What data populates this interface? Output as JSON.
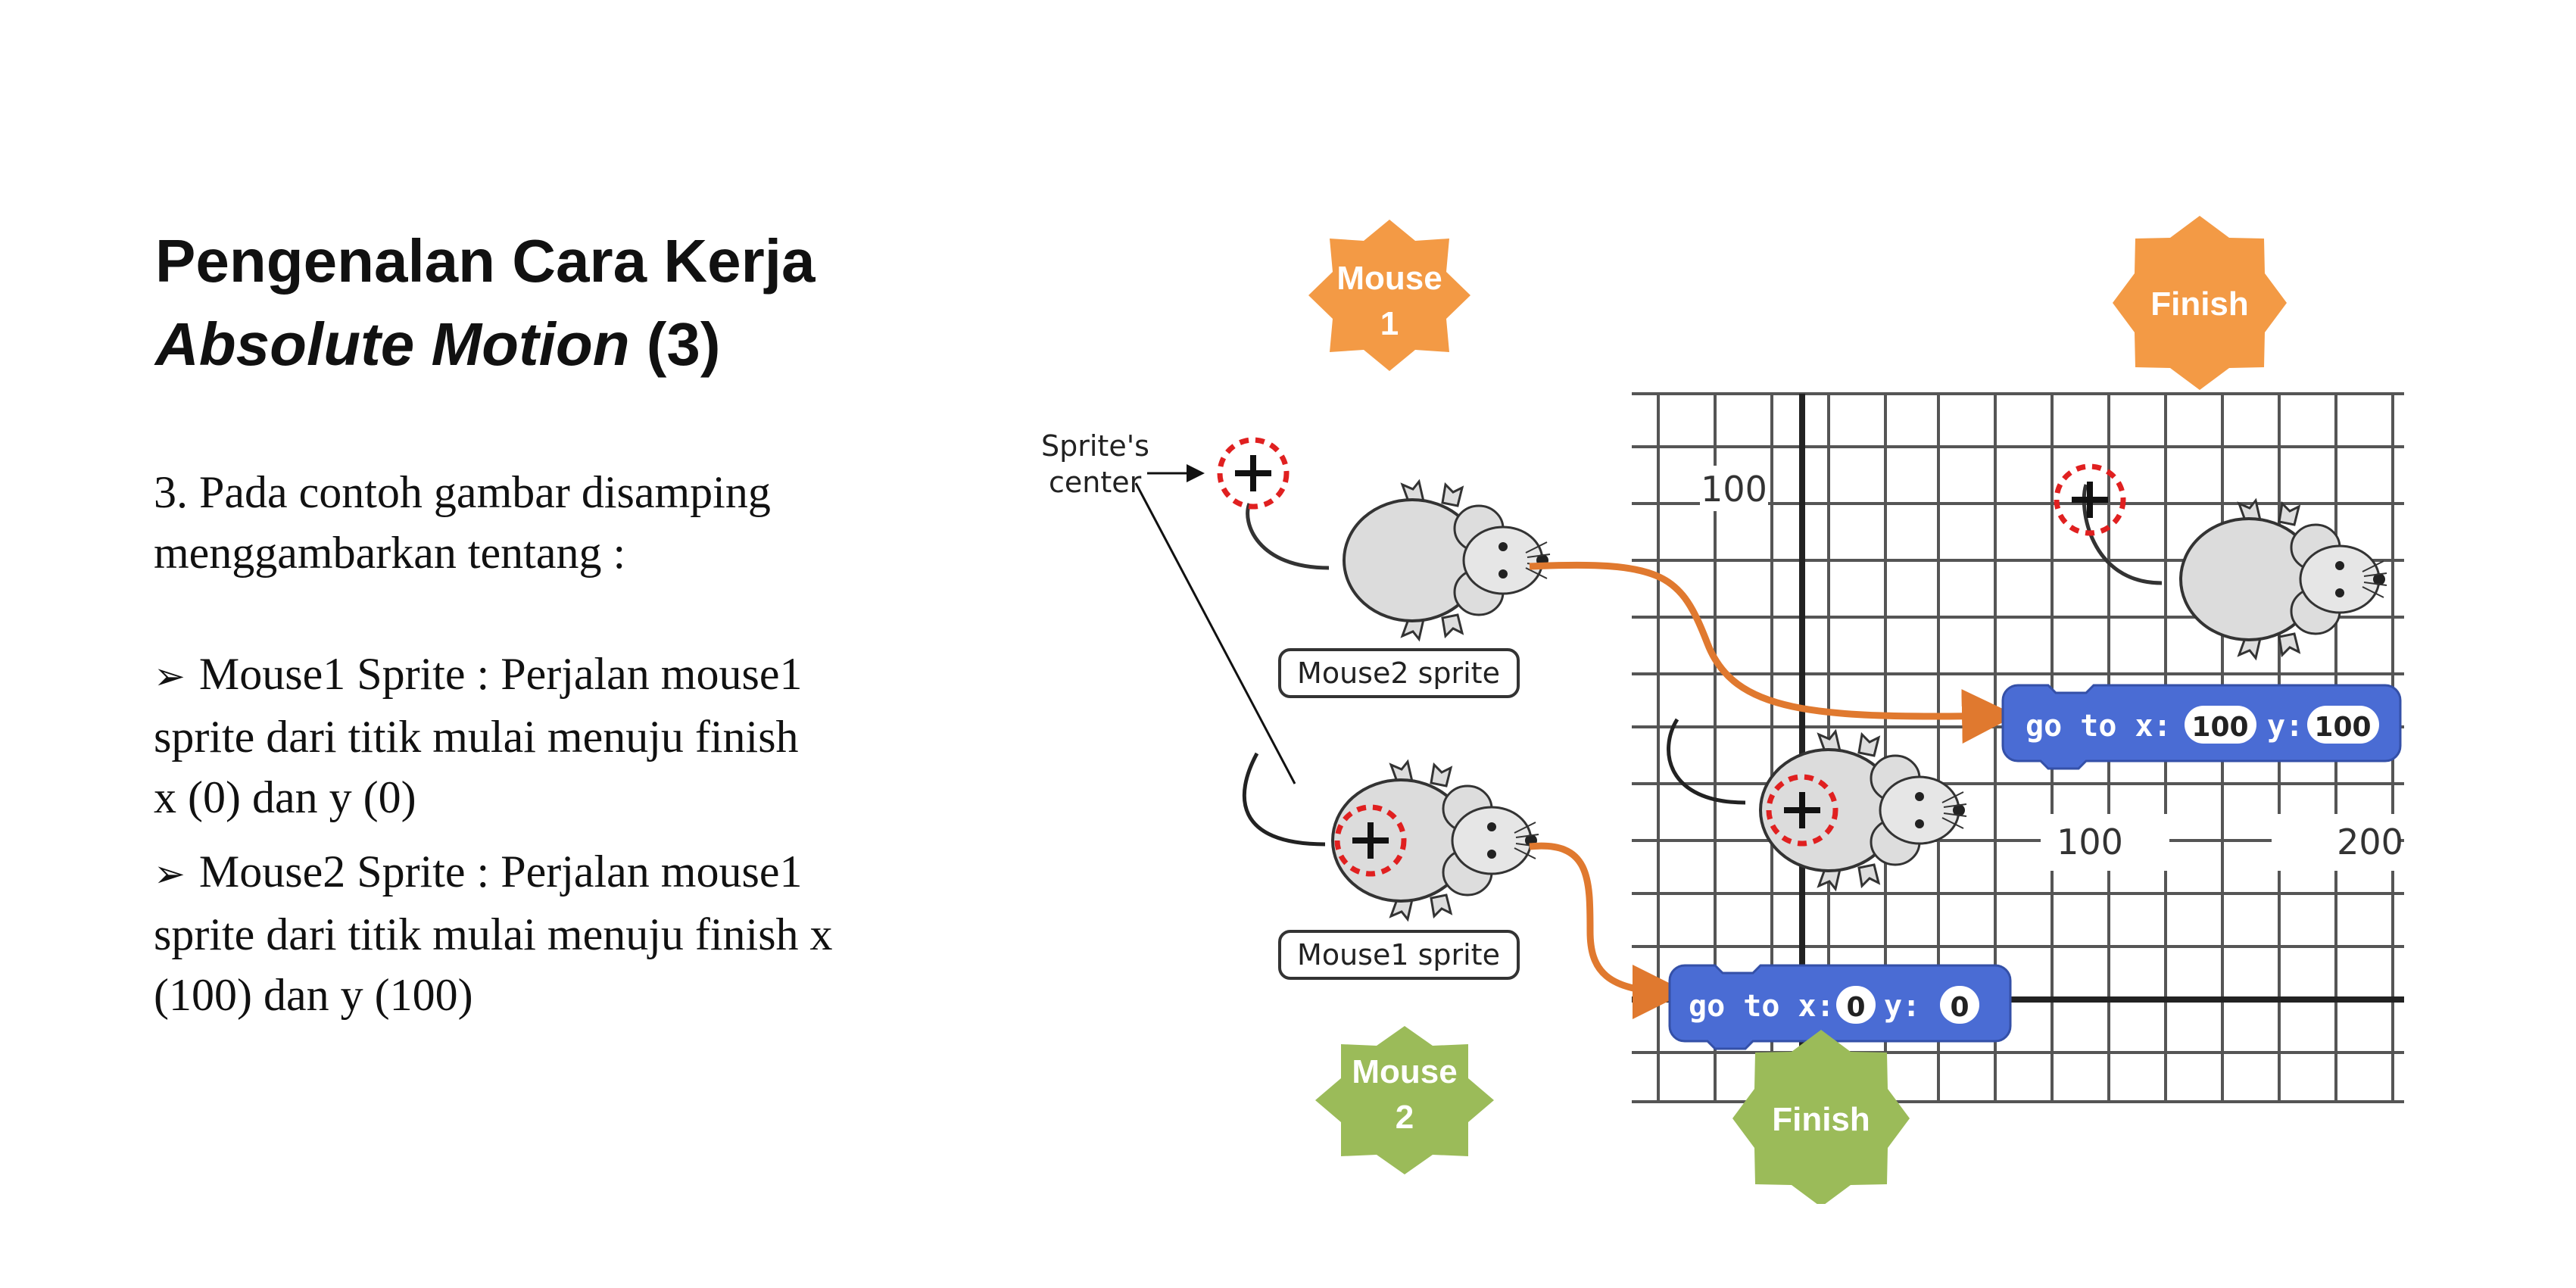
{
  "slide": {
    "title_line1": "Pengenalan Cara Kerja",
    "title_line2_italic": "Absolute Motion",
    "title_line2_rest": " (3)"
  },
  "content": {
    "intro_line1": "3. Pada contoh gambar disamping",
    "intro_line2": "menggambarkan tentang  :",
    "bullet_glyph": "➢",
    "bullets": [
      {
        "line1": "Mouse1 Sprite :  Perjalan mouse1",
        "line2": "sprite dari titik mulai menuju finish",
        "line3": "x (0) dan y (0)"
      },
      {
        "line1": "Mouse2 Sprite :  Perjalan mouse1",
        "line2": "sprite dari titik mulai menuju finish x",
        "line3": "(100) dan y (100)"
      }
    ]
  },
  "figure": {
    "stars": {
      "mouse1": {
        "line1": "Mouse",
        "line2": "1",
        "color": "#F39A45"
      },
      "finish_top": {
        "label": "Finish",
        "color": "#F39A45"
      },
      "mouse2": {
        "line1": "Mouse",
        "line2": "2",
        "color": "#9BBB59"
      },
      "finish_bottom": {
        "label": "Finish",
        "color": "#9BBB59"
      }
    },
    "sprite_center_line1": "Sprite's",
    "sprite_center_line2": "center",
    "mouse2_sprite_label": "Mouse2 sprite",
    "mouse1_sprite_label": "Mouse1 sprite",
    "grid_labels": {
      "y100": "100",
      "x100": "100",
      "x200": "200"
    },
    "block_top": {
      "text_go": "go to x:",
      "x_value": "100",
      "text_y": "y:",
      "y_value": "100"
    },
    "block_bottom": {
      "text_go": "go to x:",
      "x_value": "0",
      "text_y": "y:",
      "y_value": "0"
    },
    "colors": {
      "block_blue": "#4A6CD4",
      "arrow_orange": "#E0792F",
      "center_red": "#E02020"
    }
  }
}
